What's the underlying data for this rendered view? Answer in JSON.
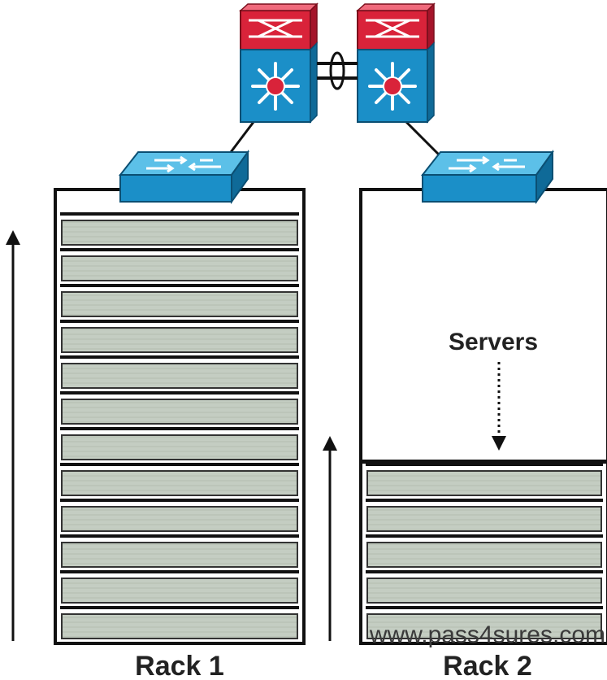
{
  "labels": {
    "rack1": "Rack 1",
    "rack2": "Rack 2",
    "servers": "Servers",
    "watermark": "www.pass4sures.com"
  },
  "racks": [
    {
      "name": "Rack 1",
      "server_count": 12
    },
    {
      "name": "Rack 2",
      "server_count": 5
    }
  ],
  "colors": {
    "server_fill": "#c4cdc2",
    "rack_frame": "#111111",
    "core_switch_red": "#d9233a",
    "switch_blue": "#1b8fc8",
    "switch_blue_light": "#5cc0e8"
  },
  "icons": [
    "core-switch-icon",
    "access-switch-icon",
    "port-channel-icon",
    "up-arrow-icon",
    "dotted-down-arrow-icon"
  ]
}
